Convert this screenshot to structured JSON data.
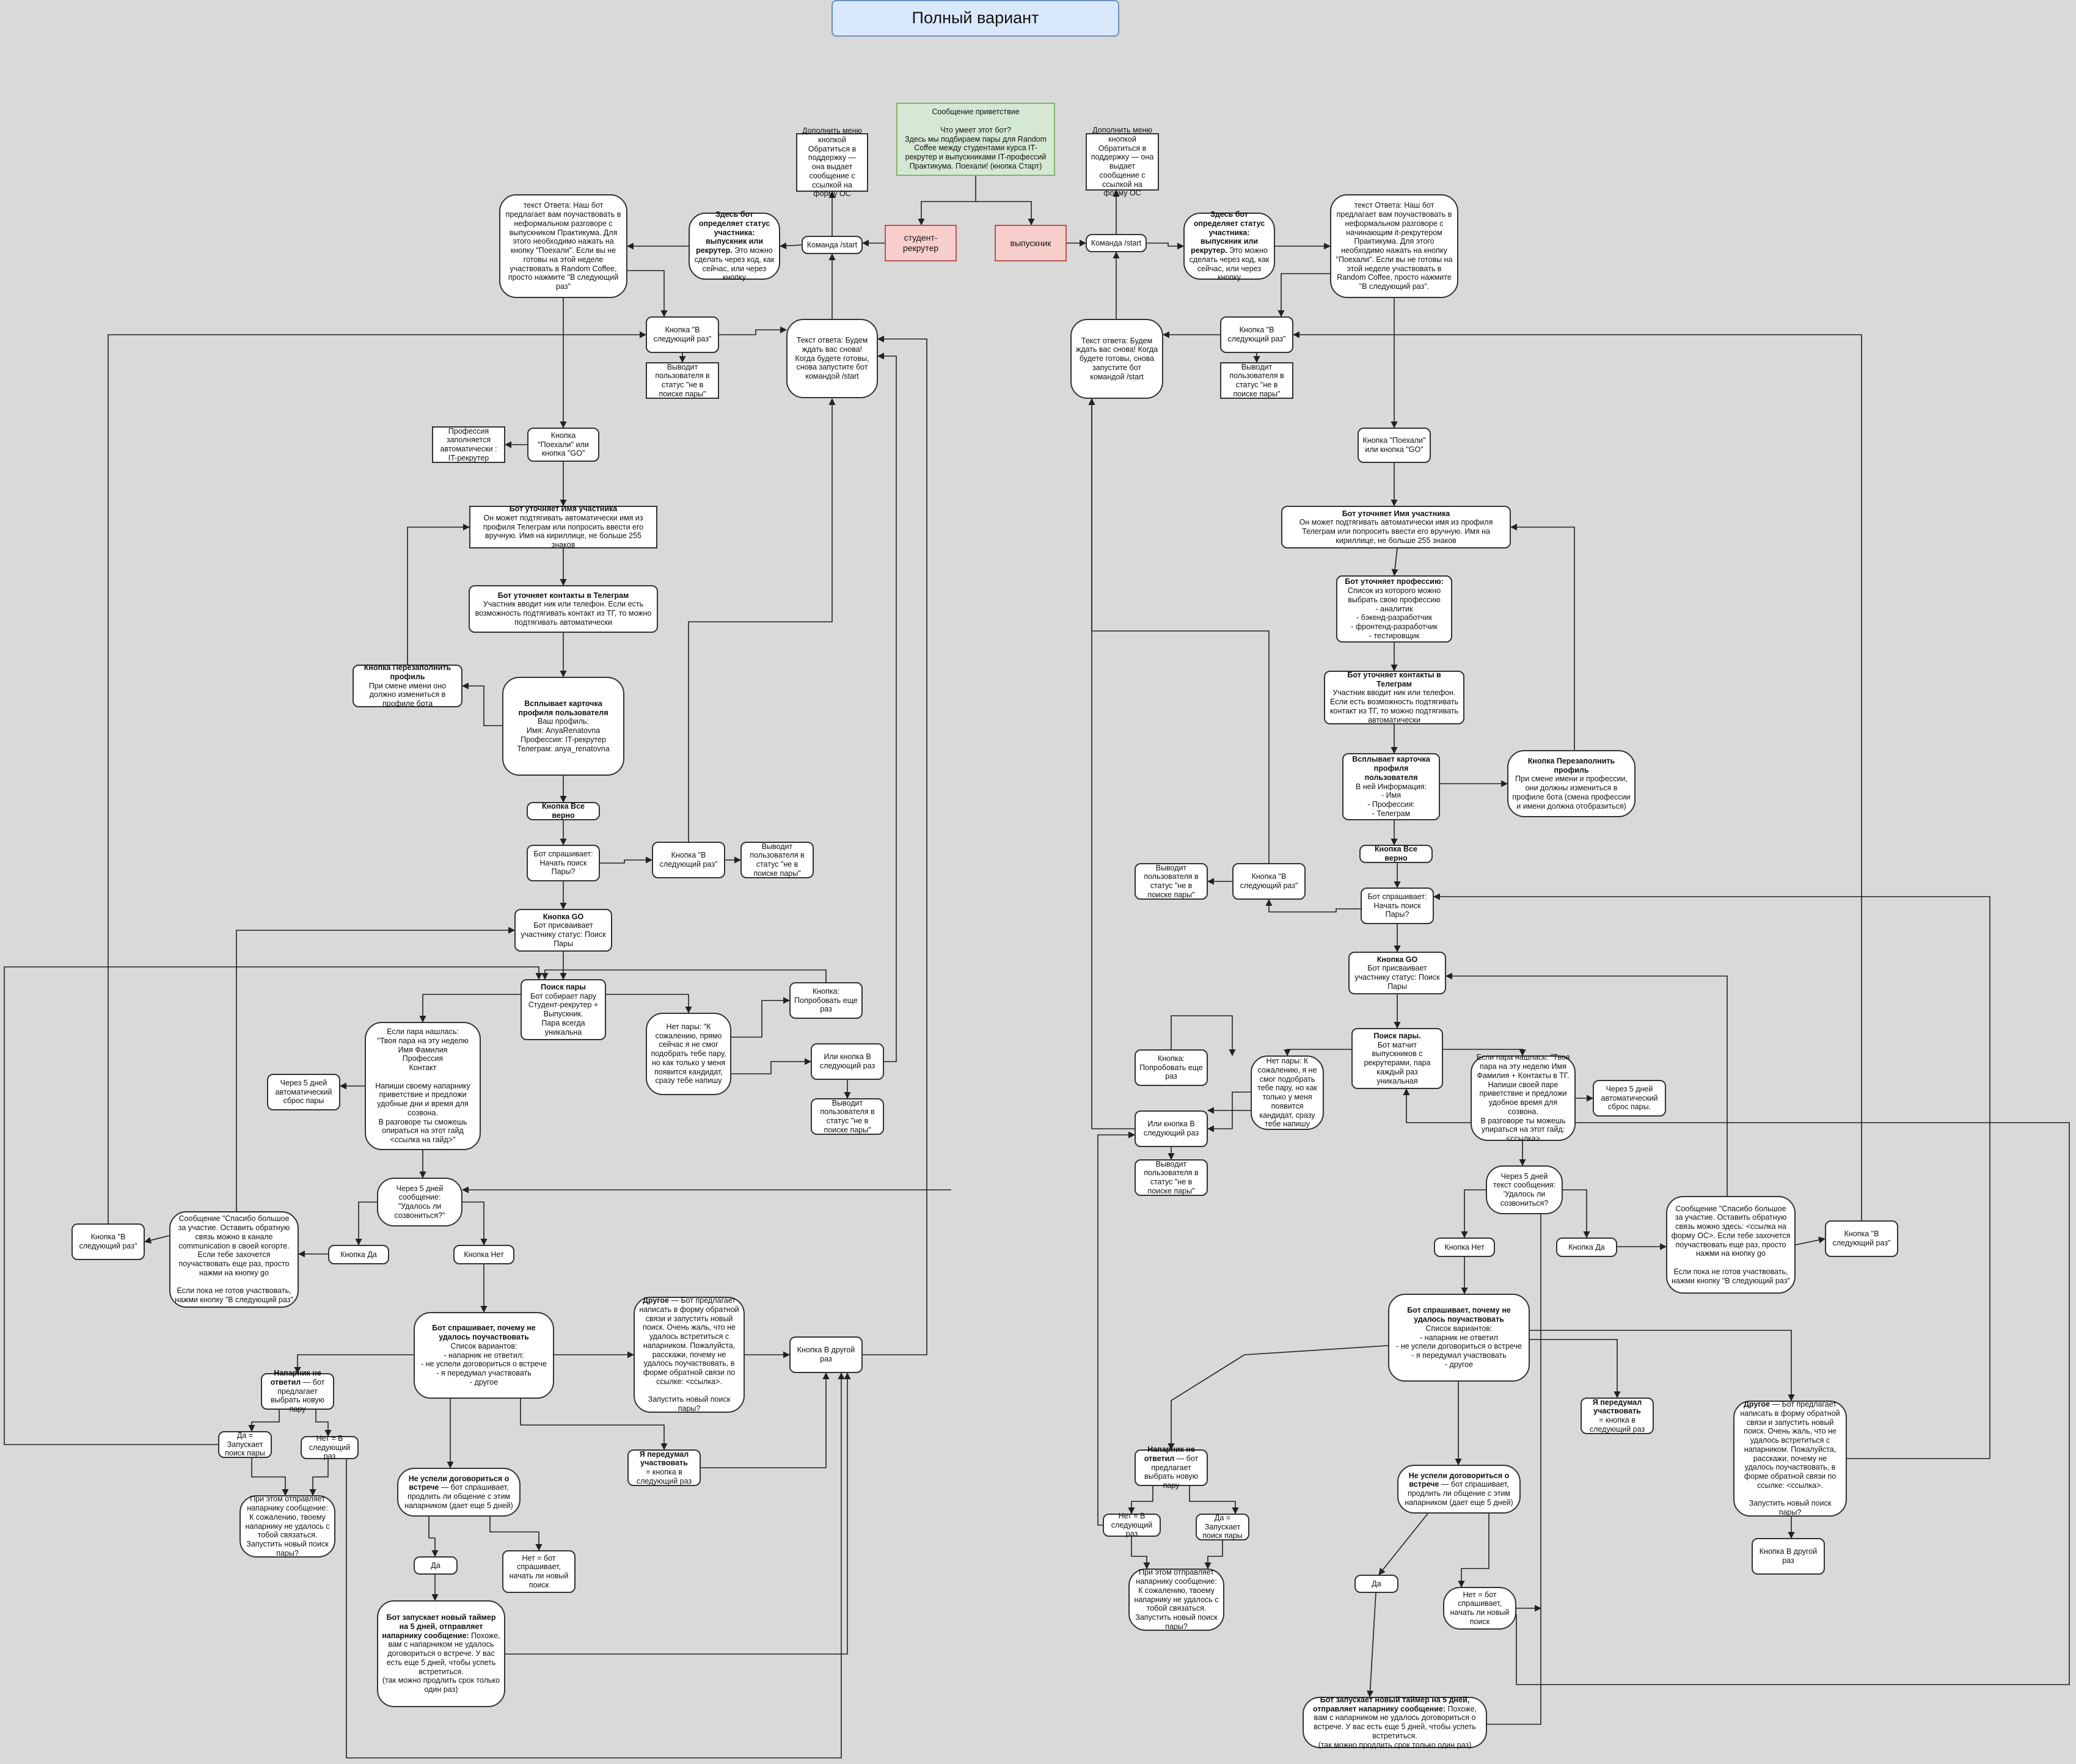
{
  "title": "Полный вариант",
  "nodes": {
    "welcome": "Сообщение приветствие\n\nЧто умеет этот бот?\nЗдесь мы подбираем пары для Random Coffee между студентами курса IT-рекрутер и выпускниками IT-профессий Практикума. Поехали! (кнопка Старт)",
    "student_recruiter": "студент-рекрутер",
    "graduate": "выпускник",
    "l_cmd_start": "Команда /start",
    "l_support": "Дополнить меню кнопкой Обратиться в поддержку — она выдает сообщение с ссылкой на форму ОС",
    "l_status_b": "Здесь бот определяет статус участника: выпускник или рекрутер.",
    "l_status_t": " Это можно сделать через код, как сейчас, или через кнопку",
    "l_answer": "текст Ответа: Наш бот предлагает вам поучаствовать в неформальном разговоре с выпускником Практикума. Для этого необходимо нажать на кнопку \"Поехали\". Если вы не готовы на этой неделе участвовать в Random Coffee, просто нажмите \"В следующий раз\"",
    "l_next_time_1": "Кнопка \"В следующий раз\"",
    "l_status_not_search_1": "Выводит пользователя в статус \"не в поиске пары\"",
    "l_wait": "Текст ответа: Будем ждать вас снова! Когда будете готовы, снова запустите бот командой /start",
    "l_profession_auto": "Профессия заполняется автоматически : IT-рекрутер",
    "l_go_btn": "Кнопка \"Поехали\" или кнопка \"GO\"",
    "l_name_b": "Бот уточняет Имя участника",
    "l_name_t": "Он может подтягивать автоматически имя из профиля Телеграм или попросить ввести его вручную. Имя на кириллице, не больше 255 знаков",
    "l_contacts_b": "Бот уточняет контакты в Телеграм",
    "l_contacts_t": "Участник вводит ник или телефон. Если есть возможность подтягивать контакт из ТГ, то можно подтягивать автоматически",
    "l_refill_b": "Кнопка Перезаполнить профиль",
    "l_refill_t": "При смене имени оно должно измениться в профиле бота",
    "l_card_b": "Всплывает карточка профиля пользователя",
    "l_card_t": "Ваш профиль:\nИмя: AnyaRenatovna\nПрофессия: IT-рекрутер\nТелеграм: anya_renatovna",
    "l_all_ok": "Кнопка Все верно",
    "l_ask_start": "Бот спрашивает: Начать поиск Пары?",
    "l_next_time_2": "Кнопка \"В следующий раз\"",
    "l_status_not_search_2": "Выводит пользователя в статус \"не в поиске пары\"",
    "l_go_b": "Кнопка GO",
    "l_go_t": "Бот присваивает участнику статус: Поиск Пары",
    "l_search_b": "Поиск пары",
    "l_search_t": "Бот собирает пару Студент-рекрутер + Выпускник.\nПара всегда уникальна",
    "l_try_again": "Кнопка: Попробовать еще раз",
    "l_pair_found": "Если пара нашлась:\n\"Твоя пара на эту неделю\nИмя Фамилия\nПрофессия\nКонтакт\n\nНапиши своему напарнику приветствие и предложи удобные дни и время для созвона.\nВ разговоре ты сможешь опираться на этот гайд <ссылка на гайд>\"",
    "l_no_pair": "Нет пары: \"К сожалению, прямо сейчас я не смог подобрать тебе пару, но как только у меня появится кандидат, сразу тебе напишу",
    "l_or_next": "Или кнопка В следующий раз",
    "l_status_not_search_3": "Выводит пользователя в статус \"не в поиске пары\"",
    "l_auto_reset": "Через 5 дней автоматический сброс пары",
    "l_5days": "Через 5 дней сообщение: \"Удалось ли созвониться?\"",
    "l_next_time_3": "Кнопка \"В следующий раз\"",
    "l_thanks": "Сообщение \"Спасибо большое за участие. Оставить обратную связь можно в канале communication в своей когорте. Если тебе захочется поучаствовать еще раз, просто нажми на кнопку go\n\nЕсли пока не готов участвовать, нажми кнопку \"В следующий раз\"",
    "l_yes_btn": "Кнопка Да",
    "l_no_btn": "Кнопка Нет",
    "l_why_b": "Бот спрашивает, почему не удалось поучаствовать",
    "l_why_t": "Список вариантов:\n- напарник не ответил:\n- не успели договориться о встрече\n- я передумал участвовать\n- другое",
    "l_other_b": "Другое",
    "l_other_t": " — Бот предлагает написать в форму обратной связи и запустить новый поиск. Очень жаль, что не удалось встретиться с напарником. Пожалуйста, расскажи, почему не удалось поучаствовать, в форме обратной связи по ссылке: <ссылка>.\n\nЗапустить новый поиск пары?",
    "l_next_other": "Кнопка В другой раз",
    "l_partner_b": "Напарник не ответил",
    "l_partner_t": " — бот предлагает выбрать новую пару",
    "l_yes_new": "Да = Запускает поиск пары",
    "l_no_next": "Нет = В следующий раз",
    "l_changed_b": "Я передумал участвовать",
    "l_changed_t": " = кнопка в следующий раз",
    "l_notify": "При этом отправляет напарнику сообщение: К сожалению, твоему напарнику не удалось с тобой связаться. Запустить новый поиск пары?",
    "l_no_time_b": "Не успели договориться о встрече",
    "l_no_time_t": " — бот спрашивает, продлить ли общение с этим напарником (дает еще 5 дней)",
    "l_da": "Да",
    "l_no_new": "Нет = бот спрашивает, начать ли новый поиск",
    "l_timer_b": "Бот запускает новый таймер на 5 дней, отправляет напарнику сообщение:",
    "l_timer_t": " Похоже, вам с напарником не удалось договориться о встрече. У вас есть еще 5 дней, чтобы успеть встретиться.\n(так можно продлить срок только один раз)",
    "r_cmd_start": "Команда /start",
    "r_support": "Дополнить меню кнопкой Обратиться в поддержку — она выдает сообщение с ссылкой на форму ОС",
    "r_status_b": "Здесь бот определяет статус участника: выпускник или рекрутер.",
    "r_status_t": " Это можно сделать через код, как сейчас, или через кнопку",
    "r_answer": "текст Ответа: Наш бот предлагает вам поучаствовать в неформальном разговоре с начинающим it-рекрутером Практикума. Для этого необходимо нажать на кнопку \"Поехали\". Если вы не готовы на этой неделе участвовать в Random Coffee, просто нажмите \"В следующий раз\".",
    "r_wait": "Текст ответа: Будем ждать вас снова! Когда будете готовы, снова запустите бот командой /start",
    "r_next_time_1": "Кнопка \"В следующий раз\"",
    "r_status_not_search_1": "Выводит пользователя в статус \"не в поиске пары\"",
    "r_go_btn": "Кнопка \"Поехали\" или кнопка \"GO\"",
    "r_name_b": "Бот уточняет Имя участника",
    "r_name_t": "Он может подтягивать автоматически имя из профиля Телеграм или попросить ввести его вручную. Имя на кириллице, не больше 255 знаков",
    "r_prof_b": "Бот уточняет профессию:",
    "r_prof_t": "Список из которого можно выбрать свою профессию\n- аналитик\n- бэкенд-разработчик\n- фронтенд-разработчик\n- тестировщик",
    "r_contacts_b": "Бот уточняет контакты в Телеграм",
    "r_contacts_t": "Участник вводит ник или телефон. Если есть возможность подтягивать контакт из ТГ, то можно подтягивать автоматически",
    "r_card_b": "Всплывает карточка профиля пользователя",
    "r_card_t": "В ней Информация:\n- Имя\n- Профессия:\n- Телеграм",
    "r_refill_b": "Кнопка Перезаполнить профиль",
    "r_refill_t": "При смене имени и профессии, они должны измениться в профиле бота (смена профессии и имени должна отобразиться)",
    "r_all_ok": "Кнопка Все верно",
    "r_status_not_search_2": "Выводит пользователя в статус \"не в поиске пары\"",
    "r_next_time_2": "Кнопка \"В следующий раз\"",
    "r_ask_start": "Бот спрашивает: Начать поиск Пары?",
    "r_go_b": "Кнопка GO",
    "r_go_t": "Бот присваивает участнику статус: Поиск Пары",
    "r_search_b": "Поиск пары.",
    "r_search_t": "Бот матчит выпускников с рекрутерами, пара каждый раз уникальная",
    "r_try_again": "Кнопка: Попробовать еще раз",
    "r_no_pair": "Нет пары: К сожалению, я не смог подобрать тебе пару, но как только у меня появится кандидат, сразу тебе напишу",
    "r_pair_found": "Если пара нашлась: \"Твоя пара на эту неделю Имя Фамилия + Контакты в ТГ. Напиши своей паре приветствие и предложи удобное время для созвона.\nВ разговоре ты можешь упираться на этот гайд: <ссылка>",
    "r_auto_reset": "Через 5 дней автоматический сброс пары.",
    "r_or_next": "Или кнопка В следующий раз",
    "r_status_not_search_3": "Выводит пользователя в статус \"не в поиске пары\"",
    "r_5days": "Через 5 дней текст сообщения: 'Удалось ли созвониться?",
    "r_no_btn": "Кнопка Нет",
    "r_yes_btn": "Кнопка Да",
    "r_thanks": "Сообщение \"Спасибо большое за участие. Оставить обратную связь можно здесь: <ссылка на форму ОС>. Если тебе захочется поучаствовать еще раз, просто нажми на кнопку go\n\nЕсли пока не готов участвовать, нажми кнопку \"В следующий раз\"",
    "r_next_time_3": "Кнопка \"В следующий раз\"",
    "r_why_b": "Бот спрашивает, почему не удалось поучаствовать",
    "r_why_t": "Список вариантов:\n- напарник не ответил\n- не успели договориться о встрече\n- я передумал участвовать\n- другое",
    "r_changed_b": "Я передумал участвовать",
    "r_changed_t": " = кнопка в следующий раз",
    "r_other_b": "Другое",
    "r_other_t": " — Бот предлагает написать в форму обратной связи и запустить новый поиск. Очень жаль, что не удалось встретиться с напарником. Пожалуйста, расскажи, почему не удалось поучаствовать, в форме обратной связи по ссылке: <ссылка>.\n\nЗапустить новый поиск пары?",
    "r_next_other": "Кнопка В другой раз",
    "r_partner_b": "Напарник не ответил",
    "r_partner_t": " — бот предлагает выбрать новую пару",
    "r_no_time_b": "Не успели договориться о встрече",
    "r_no_time_t": " — бот спрашивает, продлить ли общение с этим напарником (дает еще 5 дней)",
    "r_no_next": "Нет = В следующий раз",
    "r_yes_new": "Да = Запускает поиск пары",
    "r_notify": "При этом отправляет напарнику сообщение: К сожалению, твоему напарнику не удалось с тобой связаться. Запустить новый поиск пары?",
    "r_da": "Да",
    "r_no_new": "Нет = бот спрашивает, начать ли новый поиск",
    "r_timer_b": "Бот запускает новый таймер на 5 дней, отправляет напарнику сообщение:",
    "r_timer_t": " Похоже, вам с напарником не удалось договориться о встрече. У вас есть еще 5 дней, чтобы успеть встретиться.\n(так можно продлить срок только один раз)"
  }
}
